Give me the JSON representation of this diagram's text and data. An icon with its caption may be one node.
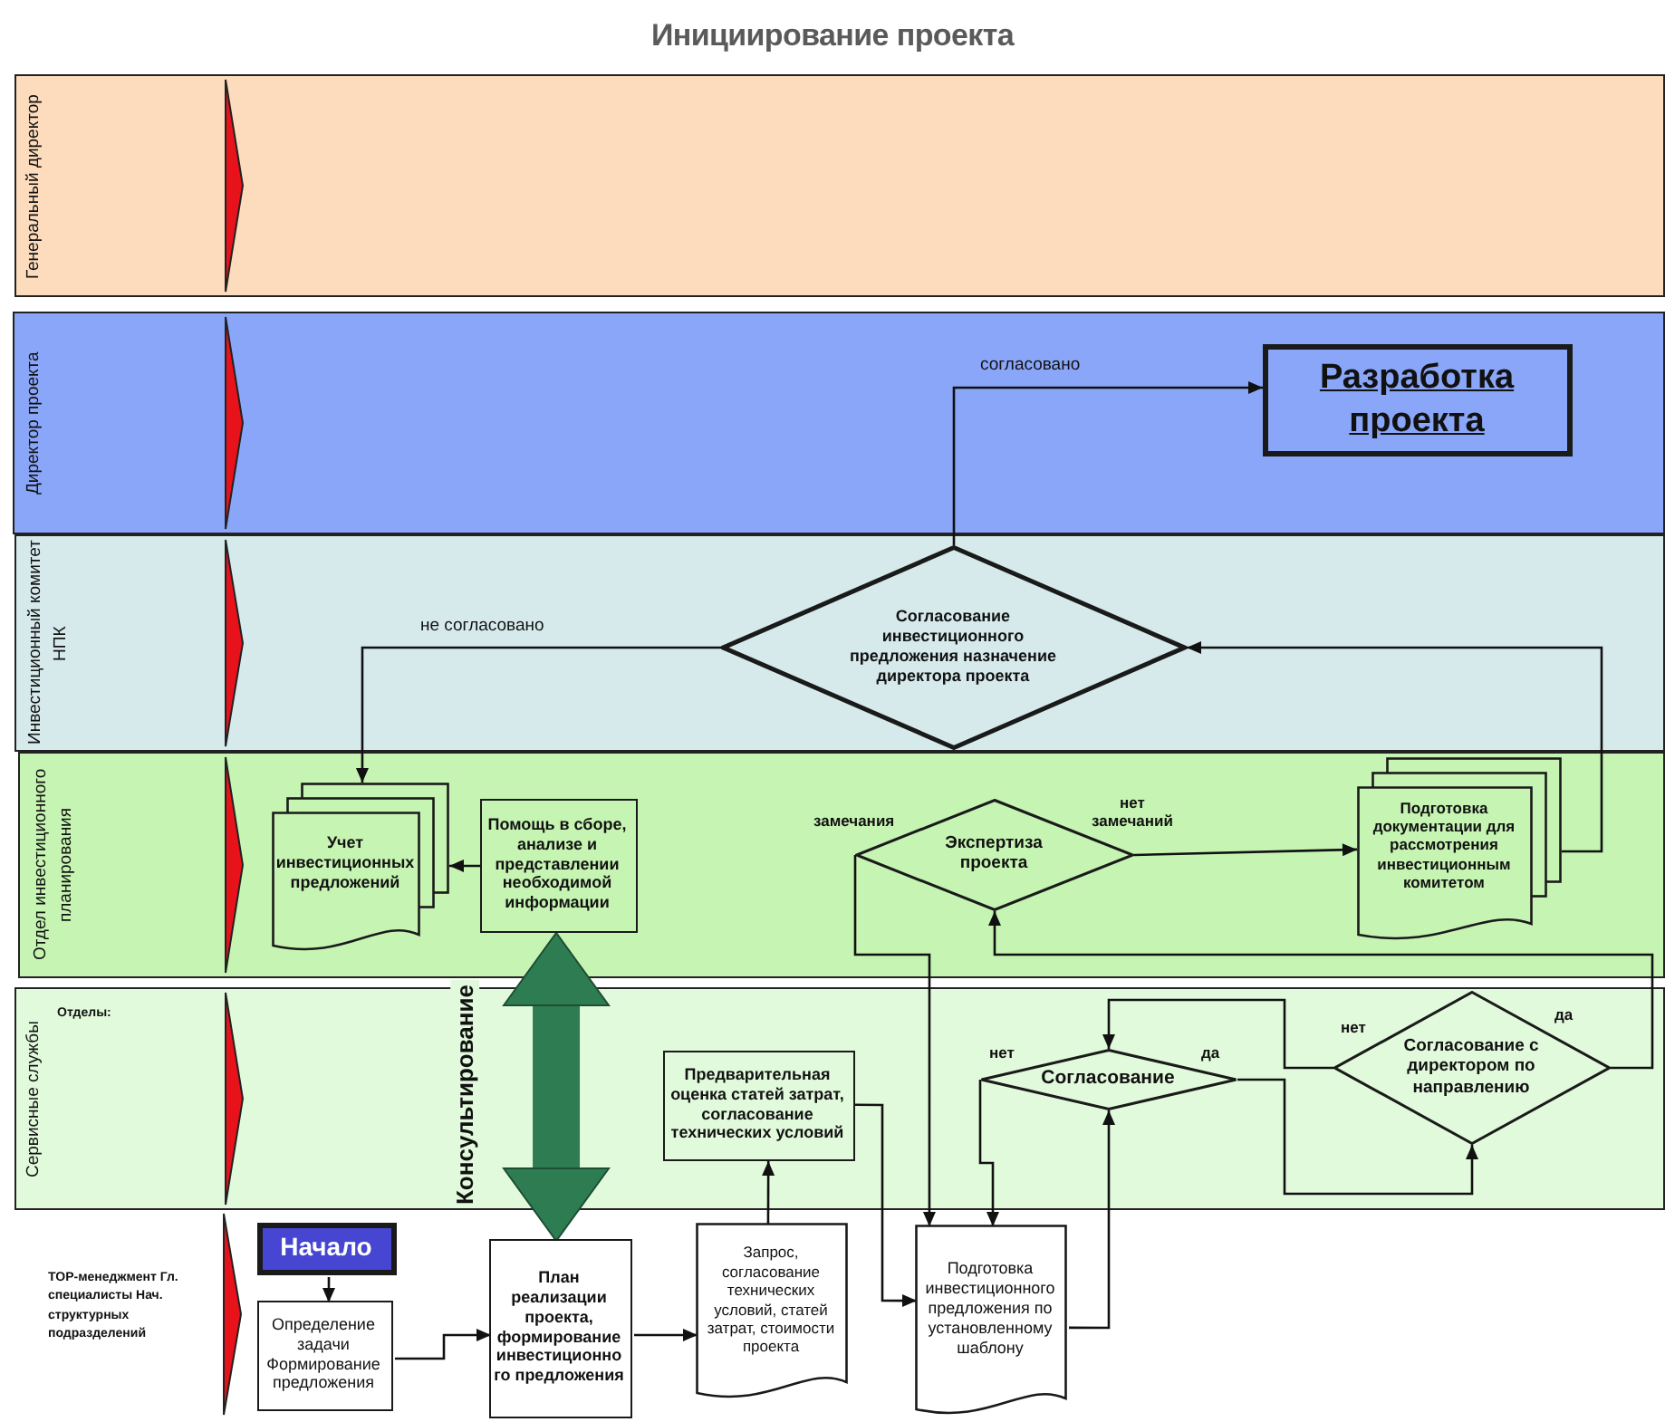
{
  "diagram": {
    "title": "Инициирование проекта",
    "nodes": [
      {
        "text": [
          "Генеральный директор"
        ]
      },
      {
        "text": [
          "Директор проекта"
        ]
      },
      {
        "text": [
          "Инвестиционный комитет НПК"
        ]
      },
      {
        "text": [
          "Отдел инвестиционного планирования"
        ]
      },
      {
        "text": [
          "Сервисные службы",
          "Отделы:"
        ]
      },
      {
        "text": [
          "TOP-менеджмент Гл. специалисты Нач. структурных подразделений"
        ]
      },
      {
        "text": [
          "Разработка проекта"
        ],
        "in": 1
      },
      {
        "text": [
          "Согласование инвестиционного предложения назначение директора проекта"
        ],
        "in": 2
      },
      {
        "text": [
          "Учет инвестиционных предложений"
        ],
        "in": 3
      },
      {
        "text": [
          "Помощь в сборе, анализе и представлении необходимой информации"
        ],
        "in": 3
      },
      {
        "text": [
          "Экспертиза проекта"
        ],
        "in": 3
      },
      {
        "text": [
          "Подготовка документации для рассмотрения инвестиционным комитетом"
        ],
        "in": 3
      },
      {
        "text": [
          "Предварительная оценка статей затрат, согласование технических условий"
        ],
        "in": 4
      },
      {
        "text": [
          "Согласование"
        ],
        "in": 4
      },
      {
        "text": [
          "Согласование с директором по направлению"
        ],
        "in": 4
      },
      {
        "text": [
          "Начало"
        ],
        "in": 5
      },
      {
        "text": [
          "Определение задачи Формирование предложения"
        ],
        "in": 5
      },
      {
        "text": [
          "План реализации проекта, формирование инвестиционно го предложения"
        ],
        "in": 5
      },
      {
        "text": [
          "Запрос, согласование технических условий, статей затрат, стоимости проекта"
        ],
        "in": 5
      },
      {
        "text": [
          "Подготовка инвестиционного предложения по установленному шаблону"
        ],
        "in": 5
      }
    ],
    "edges": [
      {
        "from": 7,
        "to": 6,
        "arrow": "to",
        "label": "согласовано"
      },
      {
        "from": 7,
        "to": 8,
        "arrow": "to",
        "label": "не согласовано"
      },
      {
        "from": 9,
        "to": 8,
        "arrow": "to"
      },
      {
        "from": 10,
        "to": 11,
        "arrow": "to",
        "label": "нет замечаний"
      },
      {
        "from": 11,
        "to": 7,
        "arrow": "to"
      },
      {
        "from": 10,
        "to": 19,
        "arrow": "to",
        "label": "замечания"
      },
      {
        "from": 14,
        "to": 10,
        "arrow": "to",
        "label": "да"
      },
      {
        "from": 14,
        "to": 13,
        "arrow": "to",
        "label": "нет"
      },
      {
        "from": 13,
        "to": 14,
        "arrow": "to",
        "label": "да"
      },
      {
        "from": 13,
        "to": 19,
        "arrow": "to",
        "label": "нет"
      },
      {
        "from": 19,
        "to": 13,
        "arrow": "to"
      },
      {
        "from": 12,
        "to": 19,
        "arrow": "to"
      },
      {
        "from": 18,
        "to": 12,
        "arrow": "to"
      },
      {
        "from": 17,
        "to": 18,
        "arrow": "to"
      },
      {
        "from": 16,
        "to": 17,
        "arrow": "to"
      },
      {
        "from": 15,
        "to": 16,
        "arrow": "to"
      },
      {
        "from": 9,
        "to": 17,
        "arrow": "both",
        "label": "Консультирование",
        "style": "thick",
        "color": "#2e7d52"
      }
    ]
  }
}
